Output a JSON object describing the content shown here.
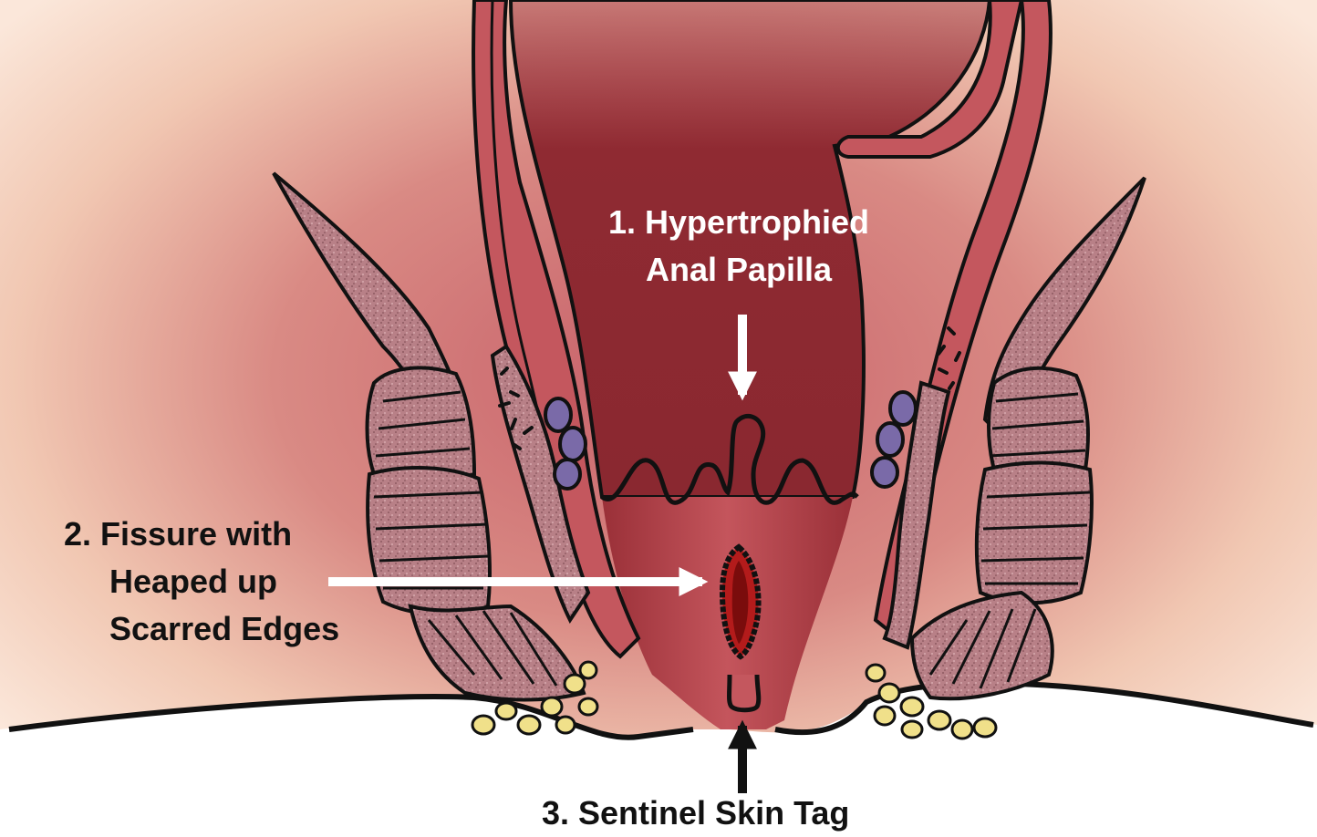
{
  "labels": {
    "papilla": {
      "line1": "1. Hypertrophied",
      "line2": "Anal Papilla"
    },
    "fissure": {
      "line1": "2. Fissure with",
      "line2": "Heaped up",
      "line3": "Scarred Edges"
    },
    "skin_tag": {
      "line1": "3. Sentinel Skin Tag"
    }
  },
  "colors": {
    "skin": "#f6dccb",
    "tissue": "#c8626a",
    "lumen": "#8f2a32",
    "muscle": "#b47b80",
    "fat": "#f0e08a",
    "vessel": "#7a6aa8",
    "fissure": "#b31b1b",
    "outline": "#111111",
    "arrow_light": "#ffffff",
    "arrow_dark": "#111111"
  }
}
